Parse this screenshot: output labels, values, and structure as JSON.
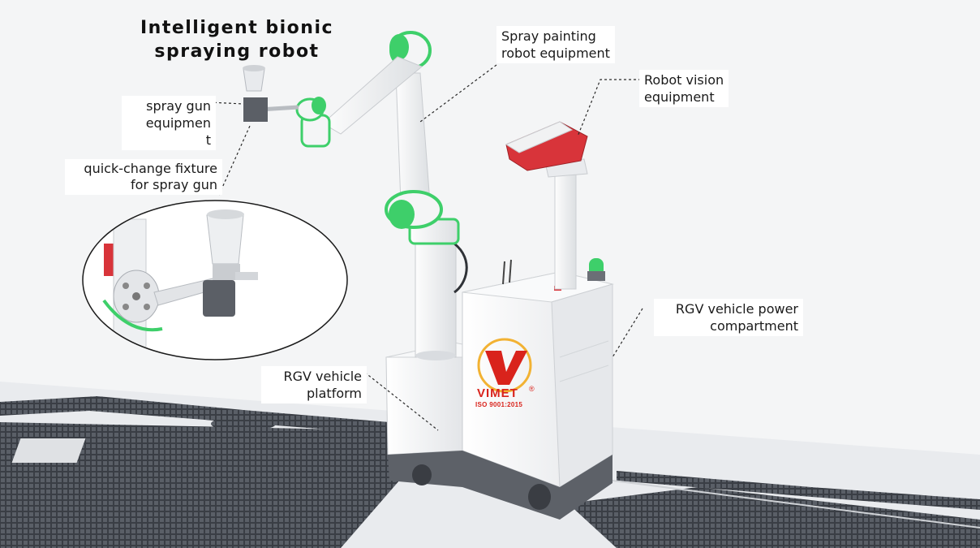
{
  "title": "Intelligent bionic\nspraying robot",
  "callouts": {
    "spray_painting": "Spray painting\nrobot equipment",
    "robot_vision": "Robot vision\nequipment",
    "spray_gun": "spray gun\nequipmen\nt",
    "quick_change": "quick-change fixture\nfor spray gun",
    "power_compartment": "RGV vehicle power\ncompartment",
    "platform": "RGV vehicle\nplatform"
  },
  "logo": {
    "brand": "VIMET",
    "registered_mark": "®",
    "certification": "ISO 9001:2015"
  },
  "colors": {
    "accent_green": "#3ecf6a",
    "vision_red": "#d8343a",
    "logo_red": "#d9231c",
    "logo_gold": "#f2b233",
    "floor_grate": "#3a3e45"
  }
}
